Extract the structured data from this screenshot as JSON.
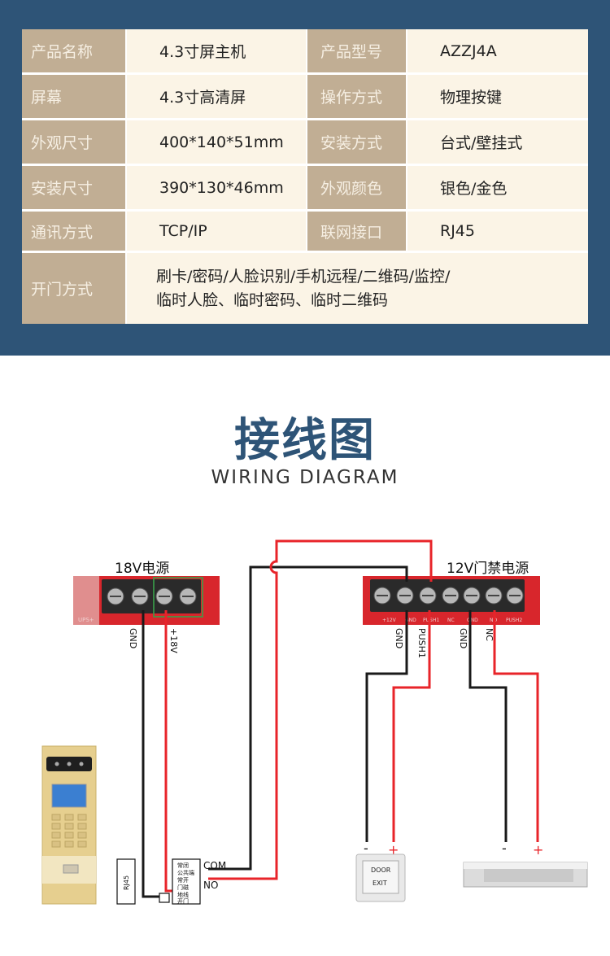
{
  "specs": {
    "rows": [
      {
        "label1": "产品名称",
        "value1": "4.3寸屏主机",
        "label2": "产品型号",
        "value2": "AZZJ4A"
      },
      {
        "label1": "屏幕",
        "value1": "4.3寸高清屏",
        "label2": "操作方式",
        "value2": "物理按键"
      },
      {
        "label1": "外观尺寸",
        "value1": "400*140*51mm",
        "label2": "安装方式",
        "value2": "台式/壁挂式"
      },
      {
        "label1": "安装尺寸",
        "value1": "390*130*46mm",
        "label2": "外观颜色",
        "value2": "银色/金色"
      },
      {
        "label1": "通讯方式",
        "value1": "TCP/IP",
        "label2": "联网接口",
        "value2": "RJ45"
      }
    ],
    "door": {
      "label": "开门方式",
      "line1": "刷卡/密码/人脸识别/手机远程/二维码/监控/",
      "line2": "临时人脸、临时密码、临时二维码"
    }
  },
  "section": {
    "title_zh": "接线图",
    "title_en": "WIRING DIAGRAM"
  },
  "diagram": {
    "psu18": {
      "title": "18V电源",
      "gnd": "GND",
      "v18": "+18V",
      "board_text": "UPS+"
    },
    "psu12": {
      "title": "12V门禁电源",
      "gnd1": "GND",
      "push1": "PUSH1",
      "gnd2": "GND",
      "nc": "NC",
      "board_labels": [
        "+12V",
        "GND",
        "PUSH1",
        "NC",
        "GND",
        "NO",
        "PUSH2"
      ]
    },
    "rj45": "RJ45",
    "terminal": {
      "lines": [
        "常闭",
        "公共端",
        "常开",
        "门磁",
        "地线",
        "开门"
      ],
      "com": "COM",
      "no": "NO"
    },
    "exit_button": {
      "minus": "-",
      "plus": "+",
      "line1": "DOOR",
      "line2": "EXIT"
    },
    "maglock": {
      "minus": "-",
      "plus": "+"
    },
    "colors": {
      "red": "#e8242a",
      "black": "#1a1a1a",
      "board": "#d8262c",
      "navy": "#2e5477"
    }
  }
}
